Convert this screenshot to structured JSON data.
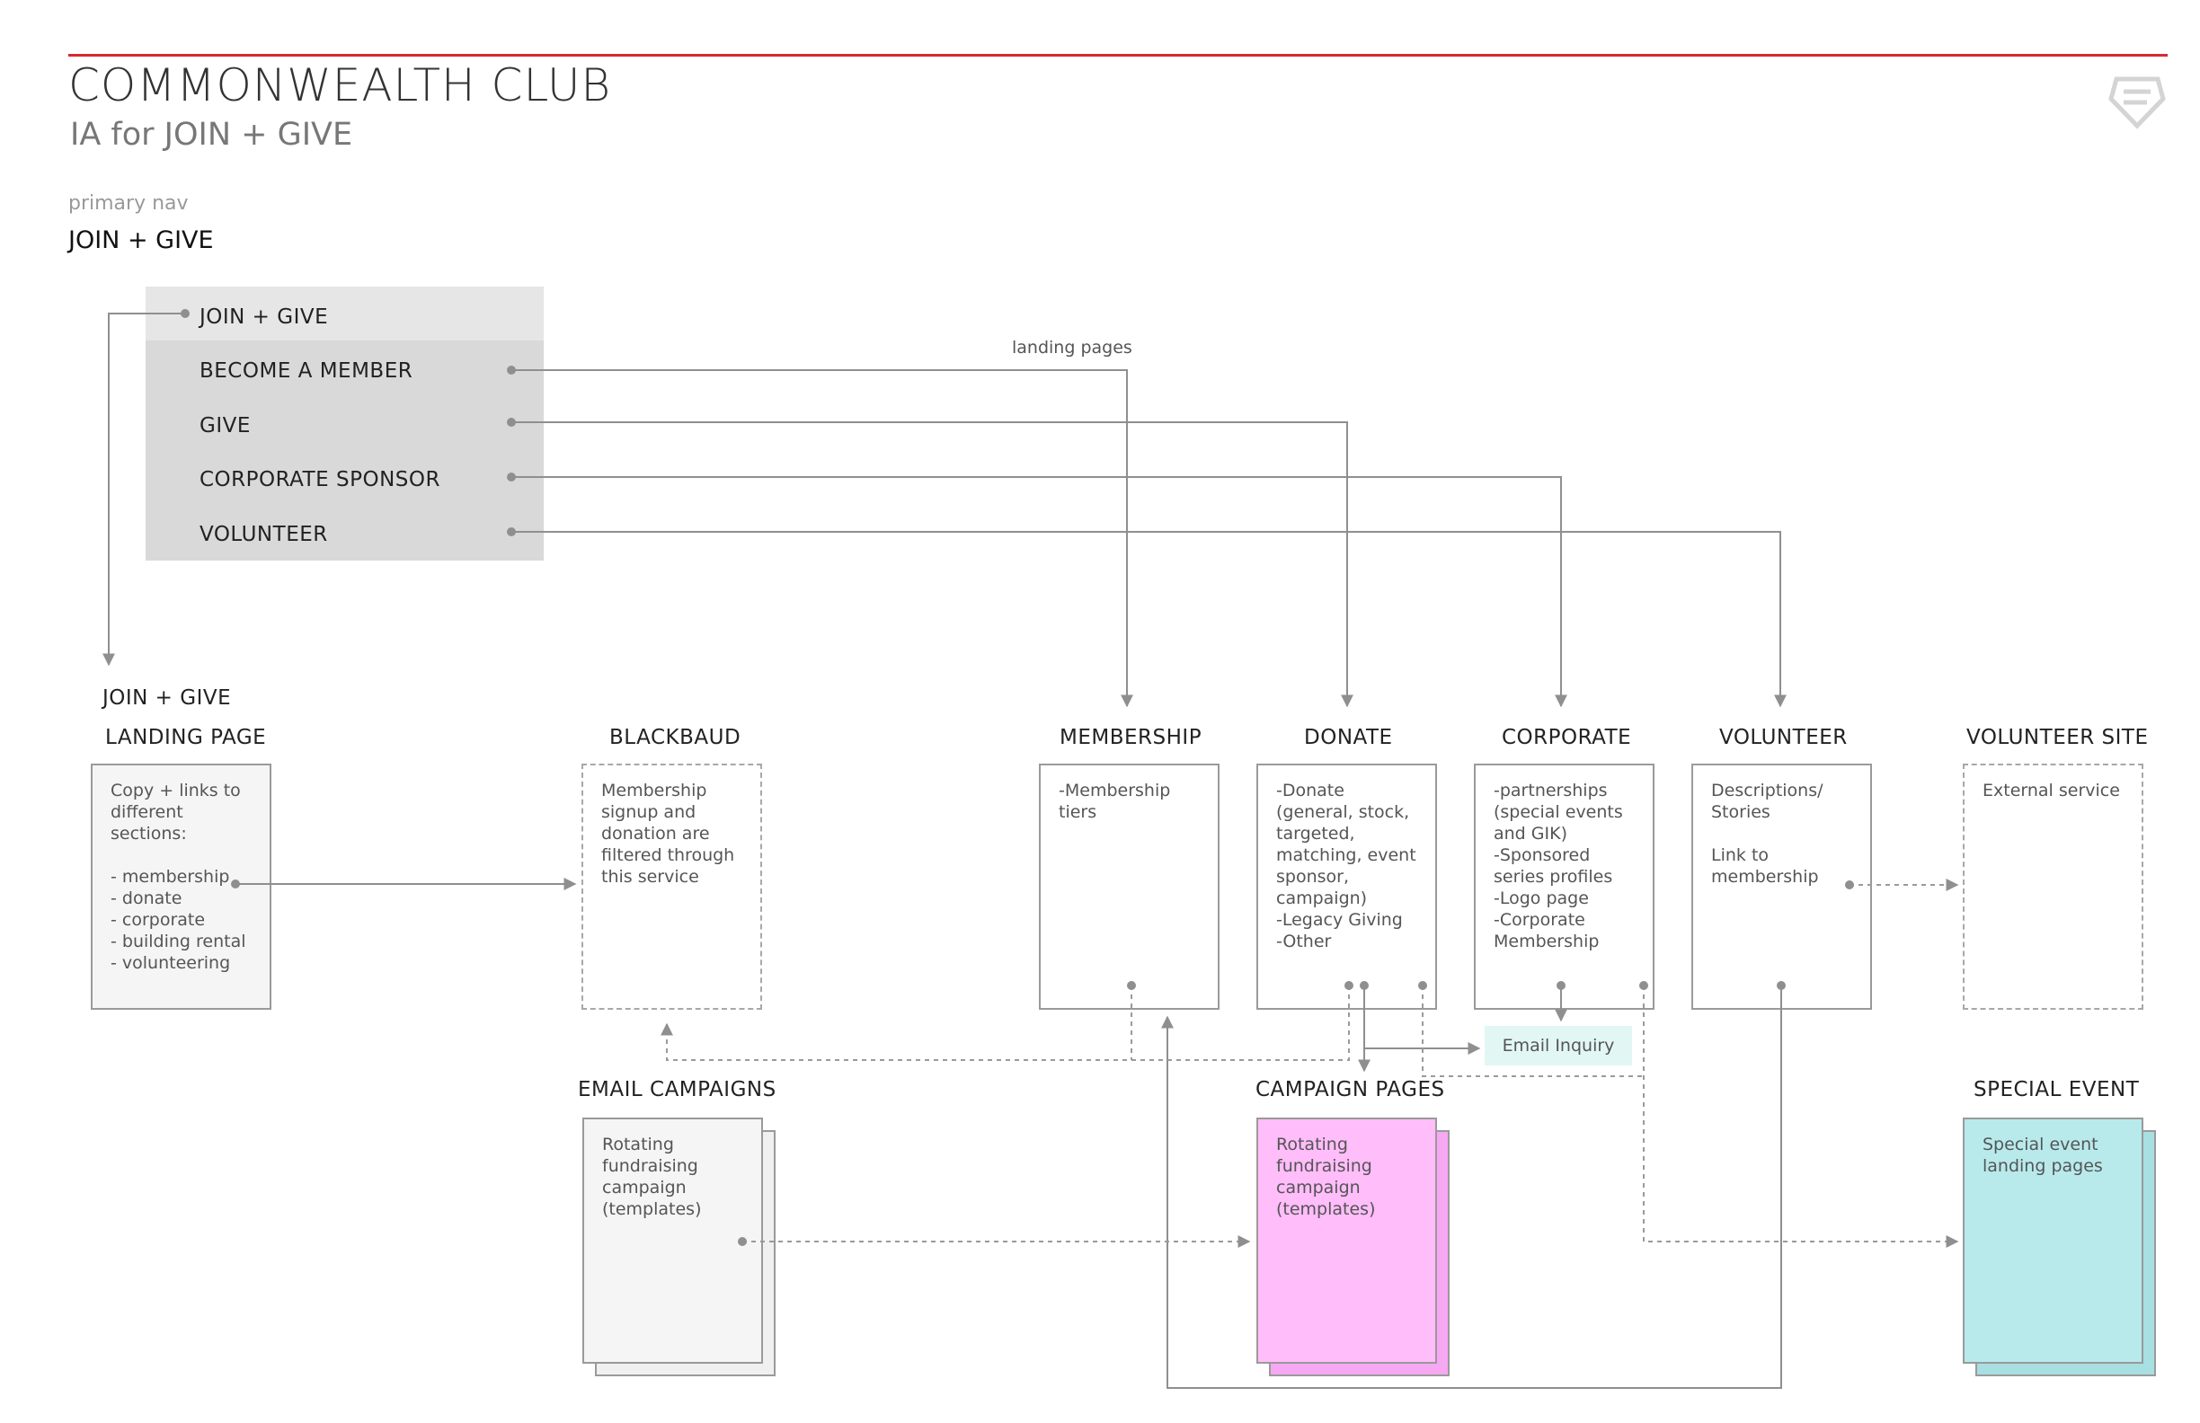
{
  "header": {
    "title": "COMMONWEALTH CLUB",
    "subtitle": "IA for JOIN + GIVE",
    "nav_label": "primary nav",
    "nav_title": "JOIN + GIVE",
    "accent_color": "#d9282f",
    "logo_icon": "shield-logo-icon"
  },
  "menu": {
    "items": [
      {
        "label": "JOIN + GIVE"
      },
      {
        "label": "BECOME A MEMBER"
      },
      {
        "label": "GIVE"
      },
      {
        "label": "CORPORATE SPONSOR"
      },
      {
        "label": "VOLUNTEER"
      }
    ]
  },
  "annotations": {
    "landing_pages": "landing pages",
    "join_give": "JOIN + GIVE"
  },
  "nodes": {
    "landing_page": {
      "heading": "LANDING PAGE",
      "text": "Copy + links to\ndifferent\nsections:\n\n- membership\n- donate\n- corporate\n- building rental\n- volunteering"
    },
    "blackbaud": {
      "heading": "BLACKBAUD",
      "text": "Membership\nsignup and\ndonation are\nfiltered through\nthis service"
    },
    "membership": {
      "heading": "MEMBERSHIP",
      "text": "-Membership\ntiers"
    },
    "donate": {
      "heading": "DONATE",
      "text": "-Donate\n(general, stock,\ntargeted,\nmatching, event\nsponsor,\ncampaign)\n-Legacy Giving\n-Other"
    },
    "corporate": {
      "heading": "CORPORATE",
      "text": "-partnerships\n(special events\nand GIK)\n-Sponsored\nseries profiles\n-Logo page\n-Corporate\nMembership"
    },
    "volunteer": {
      "heading": "VOLUNTEER",
      "text": "Descriptions/\nStories\n\nLink to\nmembership"
    },
    "volunteer_site": {
      "heading": "VOLUNTEER SITE",
      "text": "External service"
    },
    "email_campaigns": {
      "heading": "EMAIL CAMPAIGNS",
      "text": "Rotating\nfundraising\ncampaign\n(templates)"
    },
    "campaign_pages": {
      "heading": "CAMPAIGN PAGES",
      "text": "Rotating\nfundraising\ncampaign\n(templates)"
    },
    "special_event": {
      "heading": "SPECIAL EVENT",
      "text": "Special event\nlanding pages"
    },
    "email_inquiry": {
      "text": "Email Inquiry"
    }
  },
  "colors": {
    "line": "#8f8f8f",
    "campaign_pages_fill": "#ffbdfa",
    "special_event_fill": "#b8eaec",
    "email_campaigns_fill": "#f5f5f5",
    "email_inquiry_fill": "#e2f7f4"
  }
}
